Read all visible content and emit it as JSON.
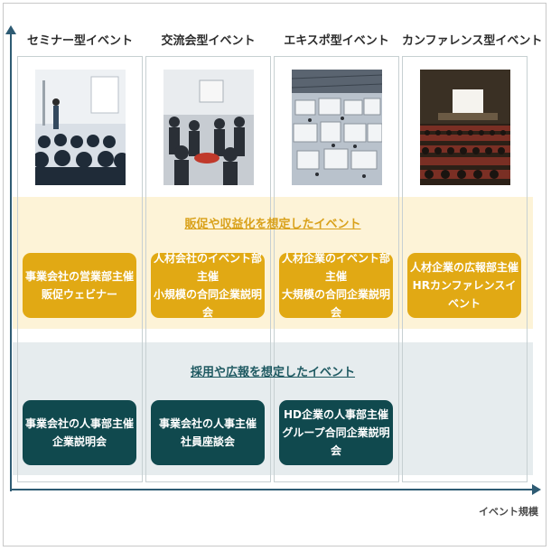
{
  "columns": [
    {
      "title": "セミナー型イベント",
      "photo_icon": "seminar-room-photo"
    },
    {
      "title": "交流会型イベント",
      "photo_icon": "networking-event-photo"
    },
    {
      "title": "エキスポ型イベント",
      "photo_icon": "expo-hall-photo"
    },
    {
      "title": "カンファレンス型イベント",
      "photo_icon": "conference-hall-photo"
    }
  ],
  "bands": {
    "sales": {
      "title": "販促や収益化を想定したイベント",
      "cards": [
        {
          "line1": "事業会社の営業部主催",
          "line2": "販促ウェビナー"
        },
        {
          "line1": "人材会社のイベント部主催",
          "line2": "小規模の合同企業説明会"
        },
        {
          "line1": "人材企業のイベント部主催",
          "line2": "大規模の合同企業説明会"
        },
        {
          "line1": "人材企業の広報部主催",
          "line2": "HRカンファレンスイベント"
        }
      ]
    },
    "recruit": {
      "title": "採用や広報を想定したイベント",
      "cards": [
        {
          "line1": "事業会社の人事部主催",
          "line2": "企業説明会"
        },
        {
          "line1": "事業会社の人事主催",
          "line2": "社員座談会"
        },
        {
          "line1": "HD企業の人事部主催",
          "line2": "グループ合同企業説明会"
        }
      ]
    }
  },
  "axis": {
    "x_label": "イベント規模"
  },
  "colors": {
    "axis": "#2e5b73",
    "yellow_band": "#fdf3d7",
    "yellow_card": "#e1a914",
    "gray_band": "#e6ecee",
    "teal_card": "#10494e"
  }
}
